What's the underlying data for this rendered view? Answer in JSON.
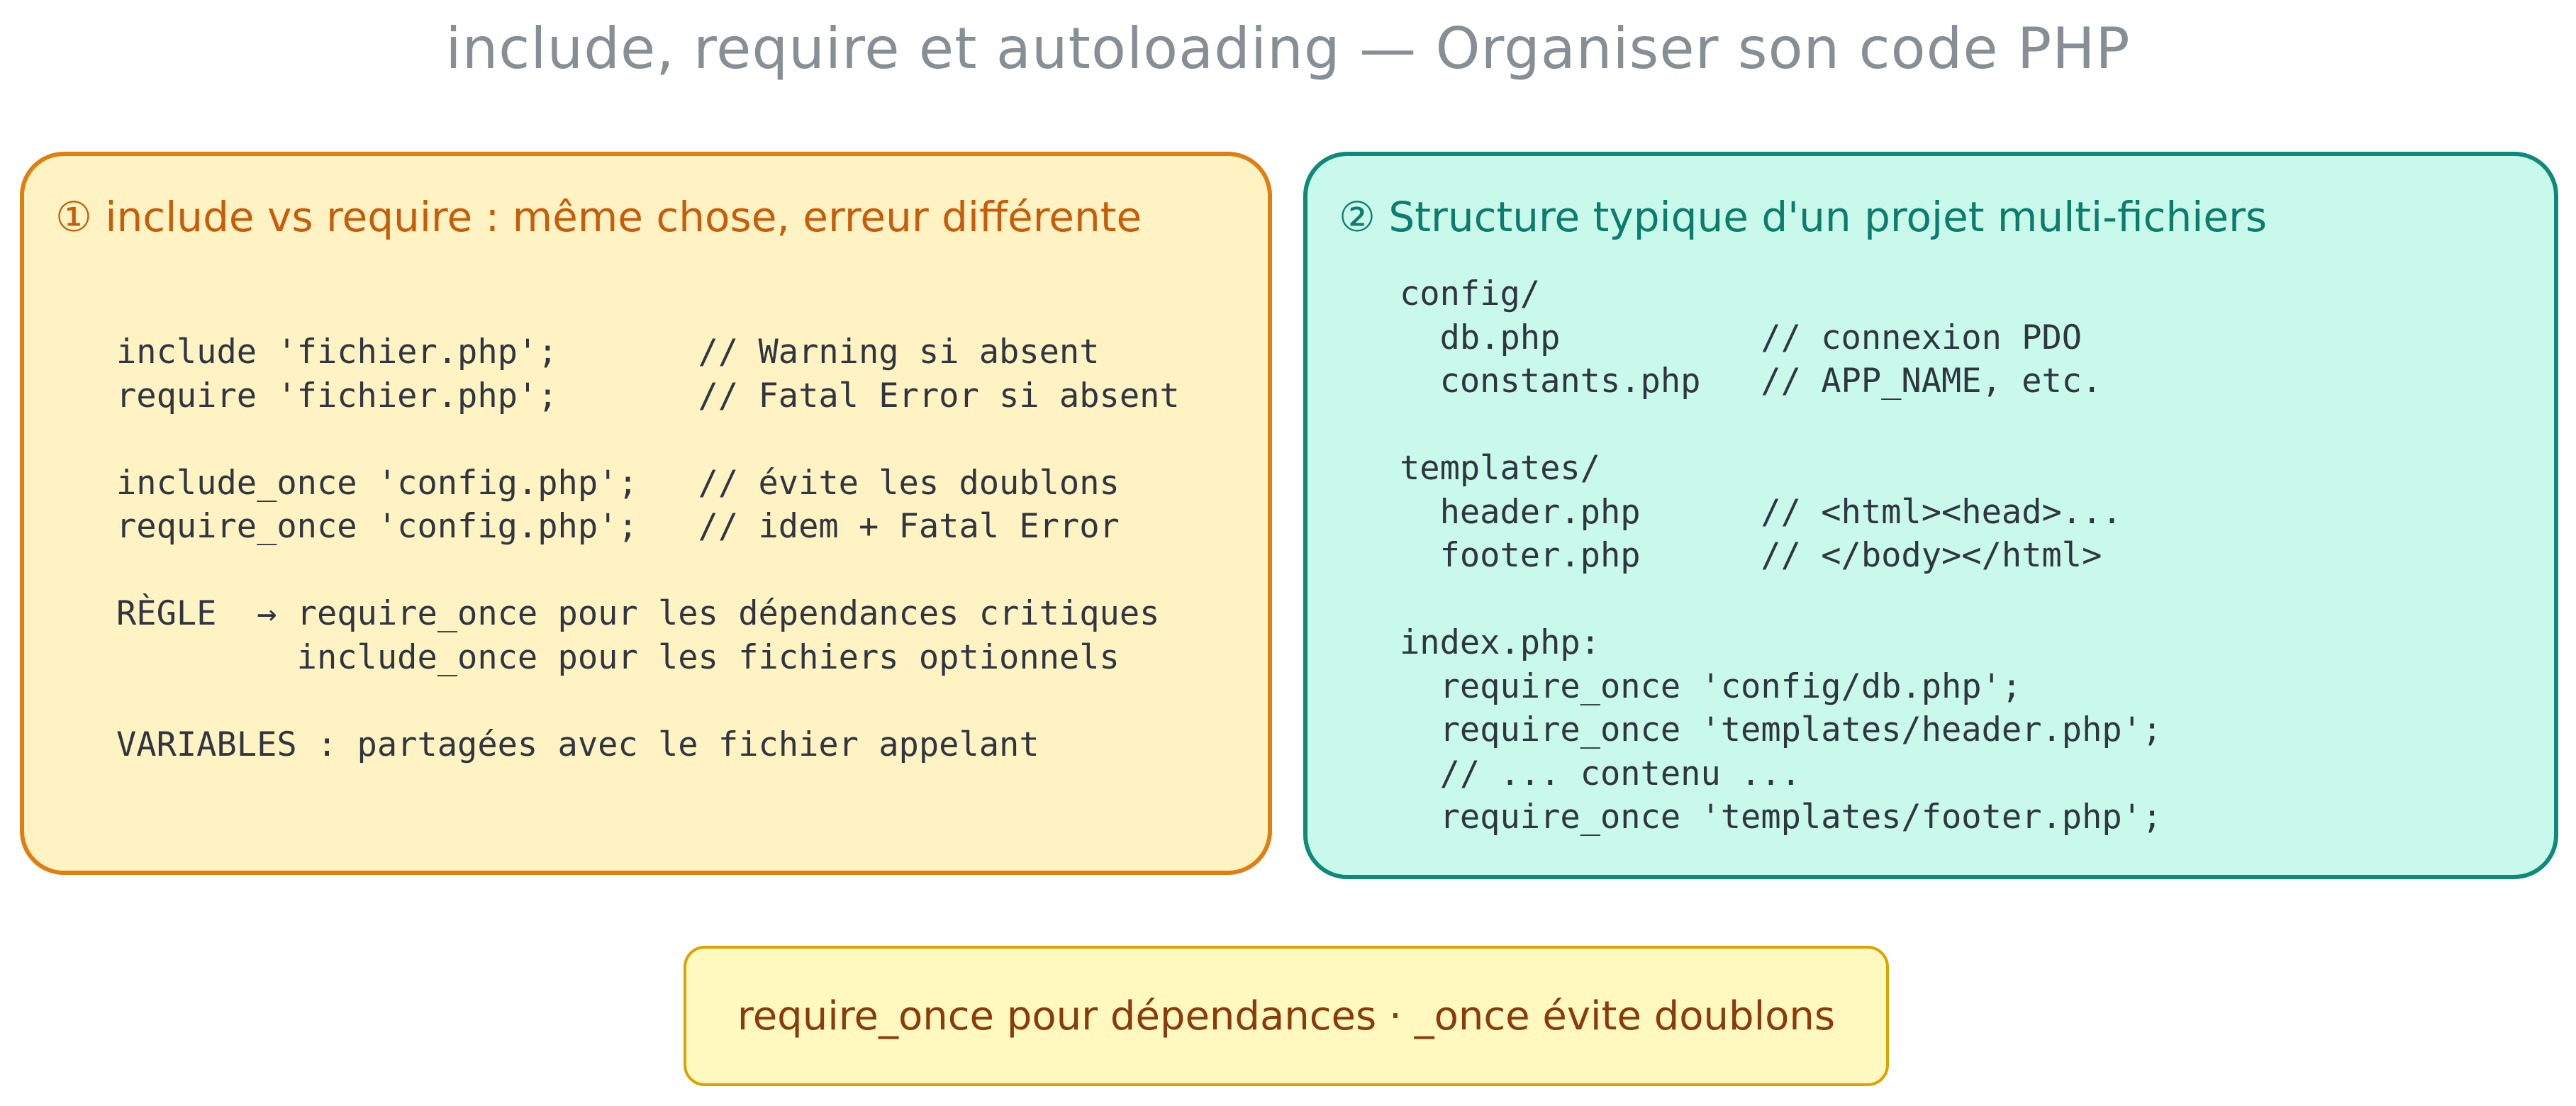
{
  "title": "include, require et autoloading — Organiser son code PHP",
  "panels": {
    "left": {
      "heading": "① include vs require : même chose, erreur différente",
      "code": "include 'fichier.php';       // Warning si absent\nrequire 'fichier.php';       // Fatal Error si absent\n\ninclude_once 'config.php';   // évite les doublons\nrequire_once 'config.php';   // idem + Fatal Error\n\nRÈGLE  → require_once pour les dépendances critiques\n         include_once pour les fichiers optionnels\n\nVARIABLES : partagées avec le fichier appelant",
      "border_color": "#e07f10",
      "fill_color": "#fff3c4"
    },
    "right": {
      "heading": "② Structure typique d'un projet multi-fichiers",
      "code": "config/\n  db.php          // connexion PDO\n  constants.php   // APP_NAME, etc.\n\ntemplates/\n  header.php      // <html><head>...\n  footer.php      // </body></html>\n\nindex.php:\n  require_once 'config/db.php';\n  require_once 'templates/header.php';\n  // ... contenu ...\n  require_once 'templates/footer.php';",
      "border_color": "#0e8a7b",
      "fill_color": "#c9f9ea"
    }
  },
  "note": {
    "text": "require_once pour dépendances · _once évite doublons",
    "border_color": "#d9a400",
    "fill_color": "#fff8bf"
  }
}
